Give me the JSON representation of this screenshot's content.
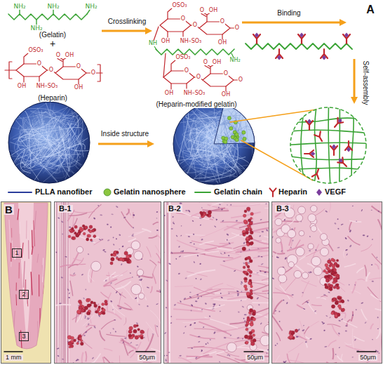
{
  "diagram": {
    "nodes": [
      {
        "text": [
          "B",
          "1 mm"
        ]
      },
      {
        "text": [
          "1"
        ],
        "in": 0
      },
      {
        "text": [
          "2"
        ],
        "in": 0
      },
      {
        "text": [
          "3"
        ],
        "in": 0
      },
      {
        "text": [
          "B-1",
          "50μm"
        ]
      },
      {
        "text": [
          "B-2",
          "50μm"
        ]
      },
      {
        "text": [
          "B-3",
          "50μm"
        ]
      }
    ],
    "labels": [
      "A",
      "NH₂",
      "NH₂",
      "NH₂",
      "NH₂",
      "(Gelatin)",
      "+",
      "OSO₃",
      "O",
      "OH",
      "NH–SO₃",
      "O",
      "O",
      "O",
      "OH",
      "OH",
      "O",
      "(Heparin)",
      "Crosslinking",
      "OSO₃",
      "O",
      "OH",
      "NH–SO₃",
      "O",
      "O",
      "O",
      "OH",
      "OH",
      "O",
      "NH",
      "NH₂",
      "OSO₃",
      "O",
      "OH",
      "NH–SO₃",
      "O",
      "O",
      "O",
      "OH",
      "OH",
      "O",
      "(Heparin-modified gelatin)",
      "Binding",
      "Self-assembly",
      "Inside structure"
    ],
    "legend": [
      {
        "text": "PLLA nanofiber"
      },
      {
        "text": "Gelatin nanosphere"
      },
      {
        "text": "Gelatin chain"
      },
      {
        "text": "Heparin"
      },
      {
        "text": "VEGF"
      }
    ]
  }
}
